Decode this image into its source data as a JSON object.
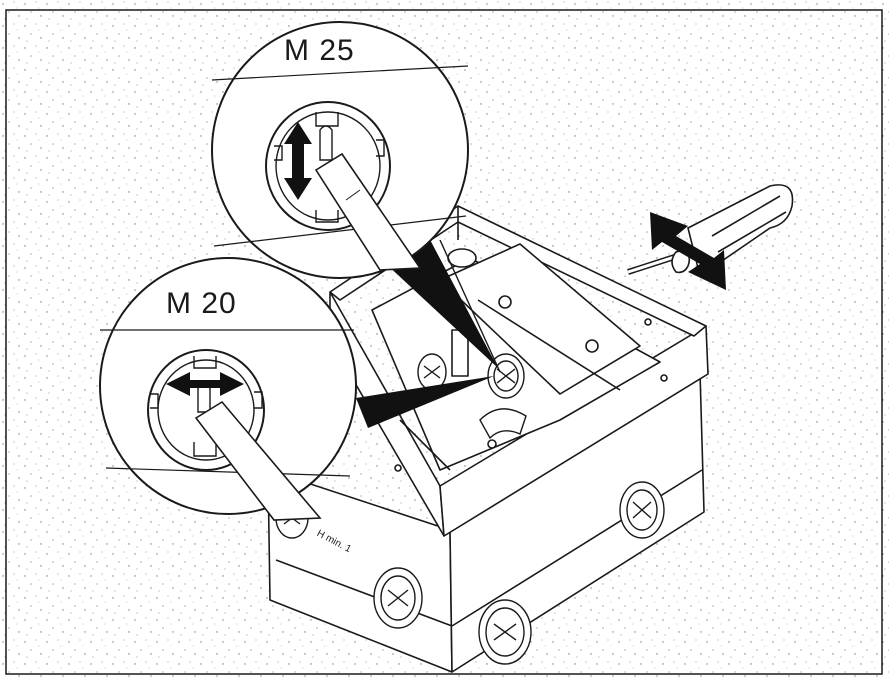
{
  "labels": {
    "callout_top": "M 25",
    "callout_bottom": "M 20",
    "box_marking": "H min. 1"
  },
  "colors": {
    "line": "#1a1a1a",
    "speckle": "#7a7a7a",
    "fill": "#ffffff"
  },
  "icons": [
    "vertical-double-arrow-icon",
    "horizontal-double-arrow-icon",
    "diagonal-double-arrow-icon",
    "knockout-icon"
  ]
}
